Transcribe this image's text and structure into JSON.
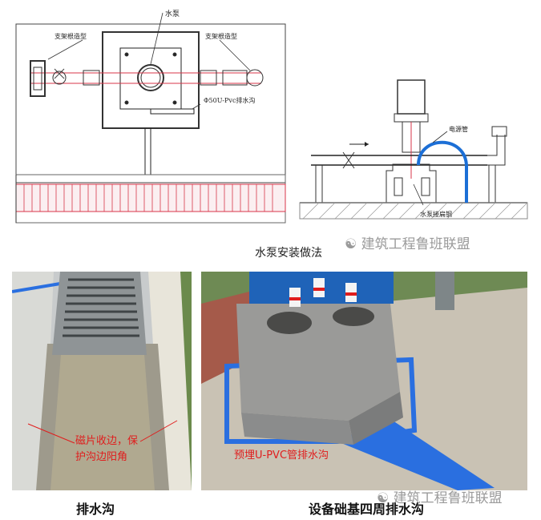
{
  "drawing": {
    "pump_label": "水泵",
    "support_left": "支架根造型",
    "support_right": "支架根造型",
    "drain_label": "Φ50U-Pvc排水沟",
    "power_pipe": "电源管",
    "ground_wire": "水泵接扁钢",
    "caption": "水泵安装做法"
  },
  "watermark": {
    "text": "建筑工程鲁班联盟"
  },
  "photos": {
    "left_callout": "磁片收边，保护沟边阳角",
    "right_callout": "预埋U-PVC管排水沟",
    "left_caption": "排水沟",
    "right_caption": "设备础基四周排水沟"
  },
  "colors": {
    "pipe_red": "#d8364a",
    "pipe_blue": "#1c6fd6",
    "callout_red": "#e01d1d",
    "drain_blue": "#2a6fe0"
  }
}
